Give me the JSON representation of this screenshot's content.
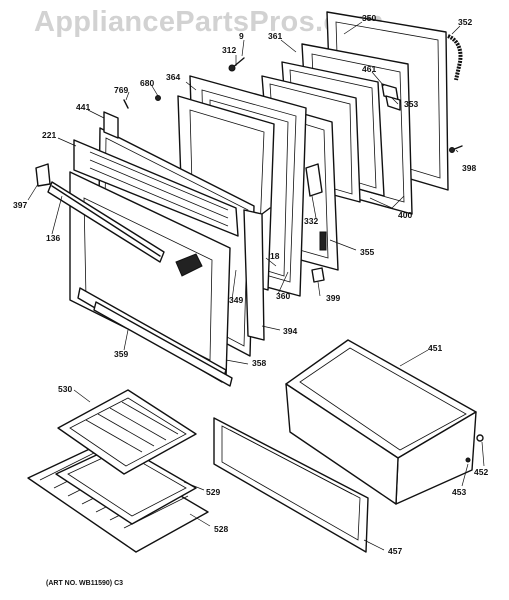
{
  "watermark": "AppliancePartsPros.com",
  "art_number": "(ART NO. WB11590) C3",
  "callouts": {
    "c9": "9",
    "c312": "312",
    "c350": "350",
    "c352": "352",
    "c361": "361",
    "c461": "461",
    "c353": "353",
    "c398": "398",
    "c769": "769",
    "c680": "680",
    "c364": "364",
    "c441": "441",
    "c221": "221",
    "c397": "397",
    "c136": "136",
    "c332": "332",
    "c400": "400",
    "c355": "355",
    "c18": "18",
    "c349": "349",
    "c360": "360",
    "c399": "399",
    "c394": "394",
    "c359": "359",
    "c358": "358",
    "c451": "451",
    "c530": "530",
    "c529": "529",
    "c528": "528",
    "c452": "452",
    "c453": "453",
    "c457": "457"
  }
}
